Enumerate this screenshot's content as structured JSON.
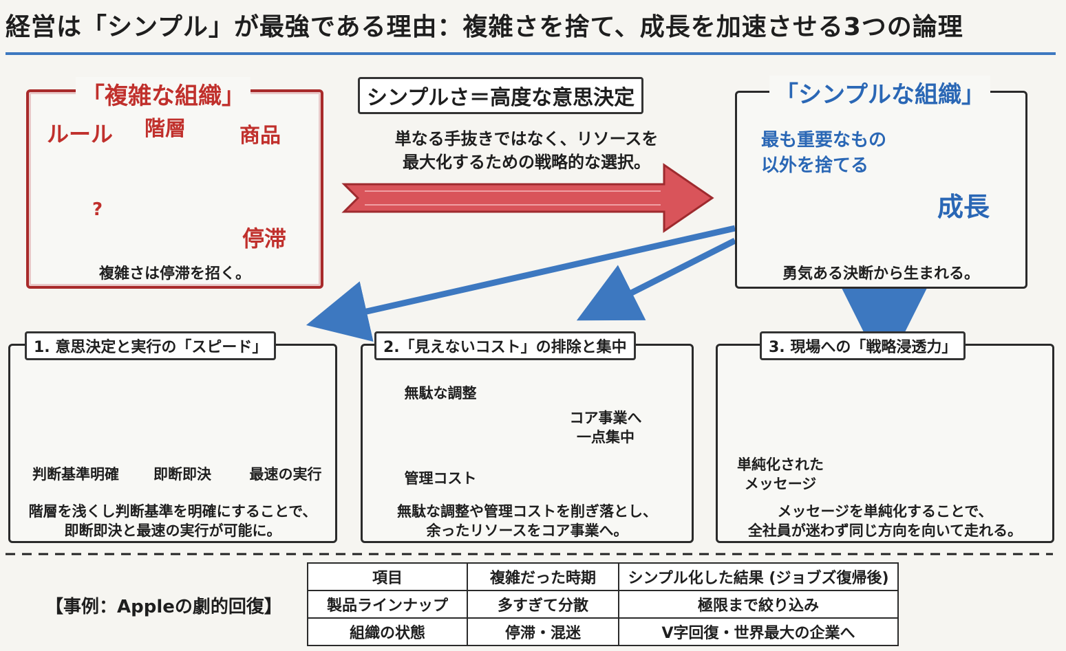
{
  "title": "経営は「シンプル」が最強である理由：複雑さを捨て、成長を加速させる3つの論理",
  "complex_org": {
    "heading": "「複雑な組織」",
    "words": [
      "ルール",
      "階層",
      "商品",
      "停滞"
    ],
    "question_mark": "?",
    "caption": "複雑さは停滞を招く。"
  },
  "center": {
    "heading": "シンプルさ＝高度な意思決定",
    "line1": "単なる手抜きではなく、リソースを",
    "line2": "最大化するための戦略的な選択。"
  },
  "simple_org": {
    "heading": "「シンプルな組織」",
    "line1": "最も重要なもの",
    "line2": "以外を捨てる",
    "growth": "成長",
    "caption": "勇気ある決断から生まれる。"
  },
  "logic1": {
    "heading": "1. 意思決定と実行の「スピード」",
    "steps": [
      "判断基準明確",
      "即断即決",
      "最速の実行"
    ],
    "desc1": "階層を浅くし判断基準を明確にすることで、",
    "desc2": "即断即決と最速の実行が可能に。"
  },
  "logic2": {
    "heading": "2.「見えないコスト」の排除と集中",
    "waste": "無駄な調整",
    "mgmt_cost": "管理コスト",
    "focus1": "コア事業へ",
    "focus2": "一点集中",
    "desc1": "無駄な調整や管理コストを削ぎ落とし、",
    "desc2": "余ったリソースをコア事業へ。"
  },
  "logic3": {
    "heading": "3. 現場への「戦略浸透力」",
    "msg1": "単純化された",
    "msg2": "メッセージ",
    "desc1": "メッセージを単純化することで、",
    "desc2": "全社員が迷わず同じ方向を向いて走れる。"
  },
  "case_study": {
    "label": "【事例：Appleの劇的回復】",
    "headers": [
      "項目",
      "複雑だった時期",
      "シンプル化した結果 (ジョブズ復帰後)"
    ],
    "rows": [
      [
        "製品ラインナップ",
        "多すぎて分散",
        "極限まで絞り込み"
      ],
      [
        "組織の状態",
        "停滞・混迷",
        "V字回復・世界最大の企業へ"
      ]
    ]
  },
  "colors": {
    "accent_blue": "#3d78c0",
    "accent_red": "#c0302c"
  }
}
